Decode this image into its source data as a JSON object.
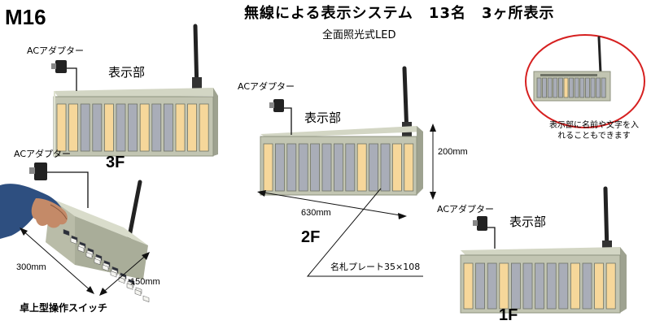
{
  "model": "M16",
  "title": "無線による表示システム　13名　3ヶ所表示",
  "subtitle": "全面照光式LED",
  "labels": {
    "ac_adapter": "ACアダプター",
    "display_unit": "表示部",
    "desk_switch": "卓上型操作スイッチ",
    "name_plate": "名札プレート35×108",
    "display_note": "表示部に名前や文字を入れることもできます"
  },
  "floors": {
    "third": "3F",
    "second": "2F",
    "first": "1F"
  },
  "dimensions": {
    "width": "630mm",
    "height": "200mm",
    "switch_width": "300mm",
    "switch_depth": "150mm"
  },
  "colors": {
    "lit": "#f6d79a",
    "unlit": "#a9adb8",
    "casing": "#c2c5b2",
    "casing_dark": "#9ea290",
    "accent": "#d62020"
  }
}
